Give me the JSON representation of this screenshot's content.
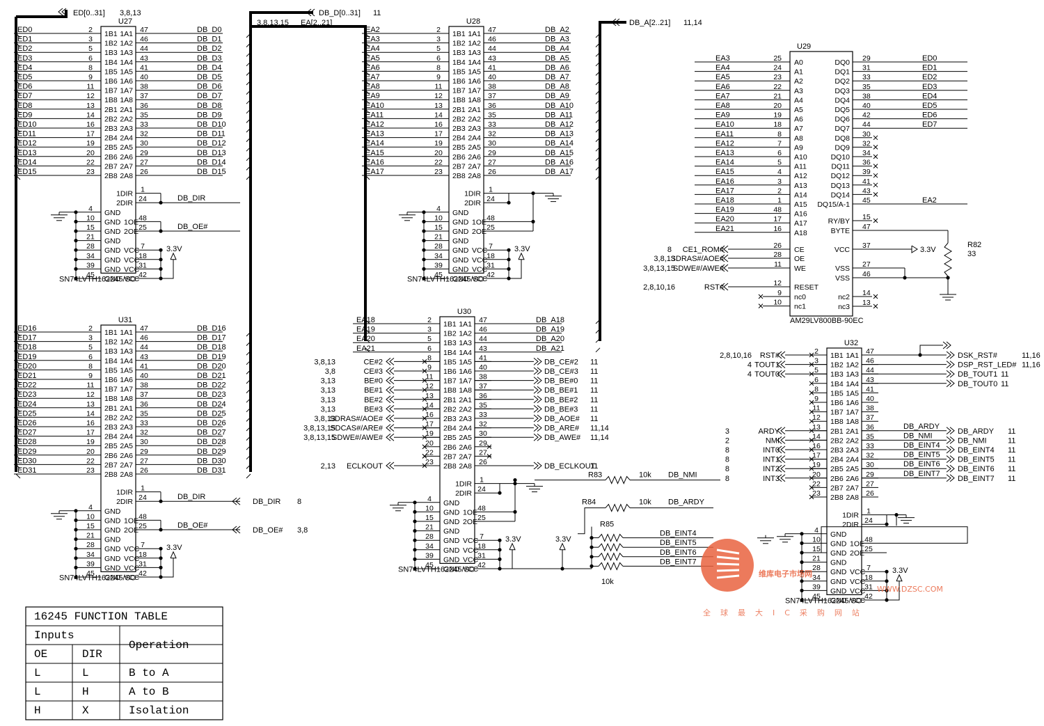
{
  "u27": {
    "ref": "U27",
    "part": "SN74LVTH162245/SO",
    "bus_label": "ED[0..31]",
    "bus_pages": "3,8,13",
    "left": [
      "ED0",
      "ED1",
      "ED2",
      "ED3",
      "ED4",
      "ED5",
      "ED6",
      "ED7",
      "ED8",
      "ED9",
      "ED10",
      "ED11",
      "ED12",
      "ED13",
      "ED14",
      "ED15"
    ],
    "right": [
      "DB_D0",
      "DB_D1",
      "DB_D2",
      "DB_D3",
      "DB_D4",
      "DB_D5",
      "DB_D6",
      "DB_D7",
      "DB_D8",
      "DB_D9",
      "DB_D10",
      "DB_D11",
      "DB_D12",
      "DB_D13",
      "DB_D14",
      "DB_D15"
    ],
    "dir_net": "DB_DIR",
    "oe_net": "DB_OE#"
  },
  "u31": {
    "ref": "U31",
    "part": "SN74LVTH162245/SO",
    "left": [
      "ED16",
      "ED17",
      "ED18",
      "ED19",
      "ED20",
      "ED21",
      "ED22",
      "ED23",
      "ED24",
      "ED25",
      "ED26",
      "ED27",
      "ED28",
      "ED29",
      "ED30",
      "ED31"
    ],
    "right": [
      "DB_D16",
      "DB_D17",
      "DB_D18",
      "DB_D19",
      "DB_D20",
      "DB_D21",
      "DB_D22",
      "DB_D23",
      "DB_D24",
      "DB_D25",
      "DB_D26",
      "DB_D27",
      "DB_D28",
      "DB_D29",
      "DB_D30",
      "DB_D31"
    ],
    "dir_net": "DB_DIR",
    "oe_net": "DB_OE#",
    "dir_port": "DB_DIR",
    "dir_pages": "8",
    "oe_port": "DB_OE#",
    "oe_pages": "3,8"
  },
  "u28": {
    "ref": "U28",
    "part": "SN74LVTH162245/SO",
    "bus_in_label": "EA[2..21]",
    "bus_in_pages": "3,8,13,15",
    "bus_out_label": "DB_D[0..31]",
    "bus_out_pages": "11",
    "bus_a_label": "DB_A[2..21]",
    "bus_a_pages": "11,14",
    "left": [
      "EA2",
      "EA3",
      "EA4",
      "EA5",
      "EA6",
      "EA7",
      "EA8",
      "EA9",
      "EA10",
      "EA11",
      "EA12",
      "EA13",
      "EA14",
      "EA15",
      "EA16",
      "EA17"
    ],
    "right": [
      "DB_A2",
      "DB_A3",
      "DB_A4",
      "DB_A5",
      "DB_A6",
      "DB_A7",
      "DB_A8",
      "DB_A9",
      "DB_A10",
      "DB_A11",
      "DB_A12",
      "DB_A13",
      "DB_A14",
      "DB_A15",
      "DB_A16",
      "DB_A17"
    ]
  },
  "u30": {
    "ref": "U30",
    "part": "SN74LVTH162245/SO",
    "left": [
      "EA18",
      "EA19",
      "EA20",
      "EA21",
      "CE#2",
      "CE#3",
      "BE#0",
      "BE#1",
      "BE#2",
      "BE#3",
      "SDRAS#/AOE#",
      "SDCAS#/ARE#",
      "SDWE#/AWE#",
      "",
      "",
      "ECLKOUT"
    ],
    "left_pages": [
      "",
      "",
      "",
      "",
      "3,8,13",
      "3,8",
      "3,13",
      "3,13",
      "3,13",
      "3,13",
      "3,8,13",
      "3,8,13,15",
      "3,8,13,15",
      "",
      "",
      "2,13"
    ],
    "right": [
      "DB_A18",
      "DB_A19",
      "DB_A20",
      "DB_A21",
      "DB_CE#2",
      "DB_CE#3",
      "DB_BE#0",
      "DB_BE#1",
      "DB_BE#2",
      "DB_BE#3",
      "DB_AOE#",
      "DB_ARE#",
      "DB_AWE#",
      "",
      "",
      "DB_ECLKOUT"
    ],
    "right_pages": [
      "",
      "",
      "",
      "",
      "11",
      "11",
      "11",
      "11",
      "11",
      "11",
      "11",
      "11,14",
      "11,14",
      "",
      "",
      "11"
    ]
  },
  "u29": {
    "ref": "U29",
    "part": "AM29LV800BB-90EC",
    "a_nets": [
      "EA3",
      "EA4",
      "EA5",
      "EA6",
      "EA7",
      "EA8",
      "EA9",
      "EA10",
      "EA11",
      "EA12",
      "EA13",
      "EA14",
      "EA15",
      "EA16",
      "EA17",
      "EA18",
      "EA19",
      "EA20",
      "EA21"
    ],
    "a_pins": [
      "25",
      "24",
      "23",
      "22",
      "21",
      "20",
      "19",
      "18",
      "8",
      "7",
      "6",
      "5",
      "4",
      "3",
      "2",
      "1",
      "48",
      "17",
      "16"
    ],
    "a_names": [
      "A0",
      "A1",
      "A2",
      "A3",
      "A4",
      "A5",
      "A6",
      "A7",
      "A8",
      "A9",
      "A10",
      "A11",
      "A12",
      "A13",
      "A14",
      "A15",
      "A16",
      "A17",
      "A18"
    ],
    "dq_names": [
      "DQ0",
      "DQ1",
      "DQ2",
      "DQ3",
      "DQ4",
      "DQ5",
      "DQ6",
      "DQ7",
      "DQ8",
      "DQ9",
      "DQ10",
      "DQ11",
      "DQ12",
      "DQ13",
      "DQ14",
      "DQ15/A-1"
    ],
    "dq_pins": [
      "29",
      "31",
      "33",
      "35",
      "38",
      "40",
      "42",
      "44",
      "30",
      "32",
      "34",
      "36",
      "39",
      "41",
      "43",
      "45"
    ],
    "dq_nets": [
      "ED0",
      "ED1",
      "ED2",
      "ED3",
      "ED4",
      "ED5",
      "ED6",
      "ED7",
      "",
      "",
      "",
      "",
      "",
      "",
      "",
      "EA2"
    ],
    "ctrl": [
      {
        "pages": "8",
        "net": "CE1_ROM#",
        "pin": "26",
        "name": "CE"
      },
      {
        "pages": "3,8,13",
        "net": "SDRAS#/AOE#",
        "pin": "28",
        "name": "OE"
      },
      {
        "pages": "3,8,13,15",
        "net": "SDWE#/AWE#",
        "pin": "11",
        "name": "WE"
      },
      {
        "pages": "2,8,10,16",
        "net": "RST#",
        "pin": "12",
        "name": "RESET"
      }
    ],
    "nc": [
      {
        "pin": "9",
        "name": "nc0"
      },
      {
        "pin": "10",
        "name": "nc1"
      }
    ],
    "right_misc": [
      {
        "name": "RY/BY",
        "pin": "15"
      },
      {
        "name": "BYTE",
        "pin": "47"
      },
      {
        "name": "VCC",
        "pin": "37"
      },
      {
        "name": "VSS",
        "pin": "27"
      },
      {
        "name": "VSS",
        "pin": "46"
      },
      {
        "name": "nc2",
        "pin": "14"
      },
      {
        "name": "nc3",
        "pin": "13"
      }
    ],
    "r82_ref": "R82",
    "r82_val": "33",
    "vcc_label": "3.3V"
  },
  "u32": {
    "ref": "U32",
    "part": "SN74LVTH162245/SO",
    "left": [
      "RST#",
      "TOUT1",
      "TOUT0",
      "",
      "",
      "",
      "",
      "",
      "ARDY",
      "NMI",
      "INT0",
      "INT1",
      "INT2",
      "INT3",
      "",
      ""
    ],
    "left_pages": [
      "2,8,10,16",
      "4",
      "4",
      "",
      "",
      "",
      "",
      "",
      "3",
      "2",
      "8",
      "8",
      "8",
      "8",
      "",
      ""
    ],
    "right": [
      "DSK_RST#",
      "DSP_RST_LED#",
      "DB_TOUT1",
      "DB_TOUT0",
      "",
      "",
      "",
      "",
      "DB_ARDY",
      "DB_NMI",
      "DB_EINT4",
      "DB_EINT5",
      "DB_EINT6",
      "DB_EINT7",
      "",
      ""
    ],
    "right_wire": [
      "",
      "",
      "",
      "",
      "",
      "",
      "",
      "",
      "DB_ARDY",
      "DB_NMI",
      "DB_EINT4",
      "DB_EINT5",
      "DB_EINT6",
      "DB_EINT7",
      "",
      ""
    ],
    "right_pages": [
      "11,16",
      "11,16",
      "11",
      "11",
      "",
      "",
      "",
      "",
      "11",
      "11",
      "11",
      "11",
      "11",
      "11",
      "",
      ""
    ]
  },
  "resistors": {
    "r83": "R83",
    "r84": "R84",
    "r85": "R85",
    "val": "10k",
    "r83_net": "DB_NMI",
    "r84_net": "DB_ARDY",
    "r85_nets": [
      "DB_EINT4",
      "DB_EINT5",
      "DB_EINT6",
      "DB_EINT7"
    ]
  },
  "chip": {
    "lpins": [
      "2",
      "3",
      "5",
      "6",
      "8",
      "9",
      "11",
      "12",
      "13",
      "14",
      "16",
      "17",
      "19",
      "20",
      "22",
      "23"
    ],
    "rpins": [
      "47",
      "46",
      "44",
      "43",
      "41",
      "40",
      "38",
      "37",
      "36",
      "35",
      "33",
      "32",
      "30",
      "29",
      "27",
      "26"
    ],
    "lnames": [
      "1B1",
      "1B2",
      "1B3",
      "1B4",
      "1B5",
      "1B6",
      "1B7",
      "1B8",
      "2B1",
      "2B2",
      "2B3",
      "2B4",
      "2B5",
      "2B6",
      "2B7",
      "2B8"
    ],
    "rnames": [
      "1A1",
      "1A2",
      "1A3",
      "1A4",
      "1A5",
      "1A6",
      "1A7",
      "1A8",
      "2A1",
      "2A2",
      "2A3",
      "2A4",
      "2A5",
      "2A6",
      "2A7",
      "2A8"
    ],
    "dir_names": [
      "1DIR",
      "2DIR"
    ],
    "dir_pins": [
      "1",
      "24"
    ],
    "ctrl_left_pins": [
      "4",
      "10",
      "15",
      "21",
      "28",
      "34",
      "39",
      "45"
    ],
    "ctrl_left_names": [
      "GND",
      "GND",
      "GND",
      "GND",
      "GND",
      "GND",
      "GND",
      "GND"
    ],
    "ctrl_right_names": [
      "",
      "1OE",
      "2OE",
      "",
      "VCC",
      "VCC",
      "VCC",
      "VCC"
    ],
    "ctrl_right_pins": [
      "",
      "48",
      "25",
      "",
      "7",
      "18",
      "31",
      "42"
    ],
    "vcc_label": "3.3V"
  },
  "table": {
    "title": "16245 FUNCTION TABLE",
    "inputs": "Inputs",
    "operation": "Operation",
    "col_oe": "OE",
    "col_dir": "DIR",
    "rows": [
      [
        "L",
        "L",
        "B to A"
      ],
      [
        "L",
        "H",
        "A to B"
      ],
      [
        "H",
        "X",
        "Isolation"
      ]
    ]
  },
  "watermark": {
    "brand": "维库电子市场网",
    "url": "WWW.DZSC.COM",
    "slogan": "全球最大IC采购网站",
    "color": "#e9633f"
  }
}
